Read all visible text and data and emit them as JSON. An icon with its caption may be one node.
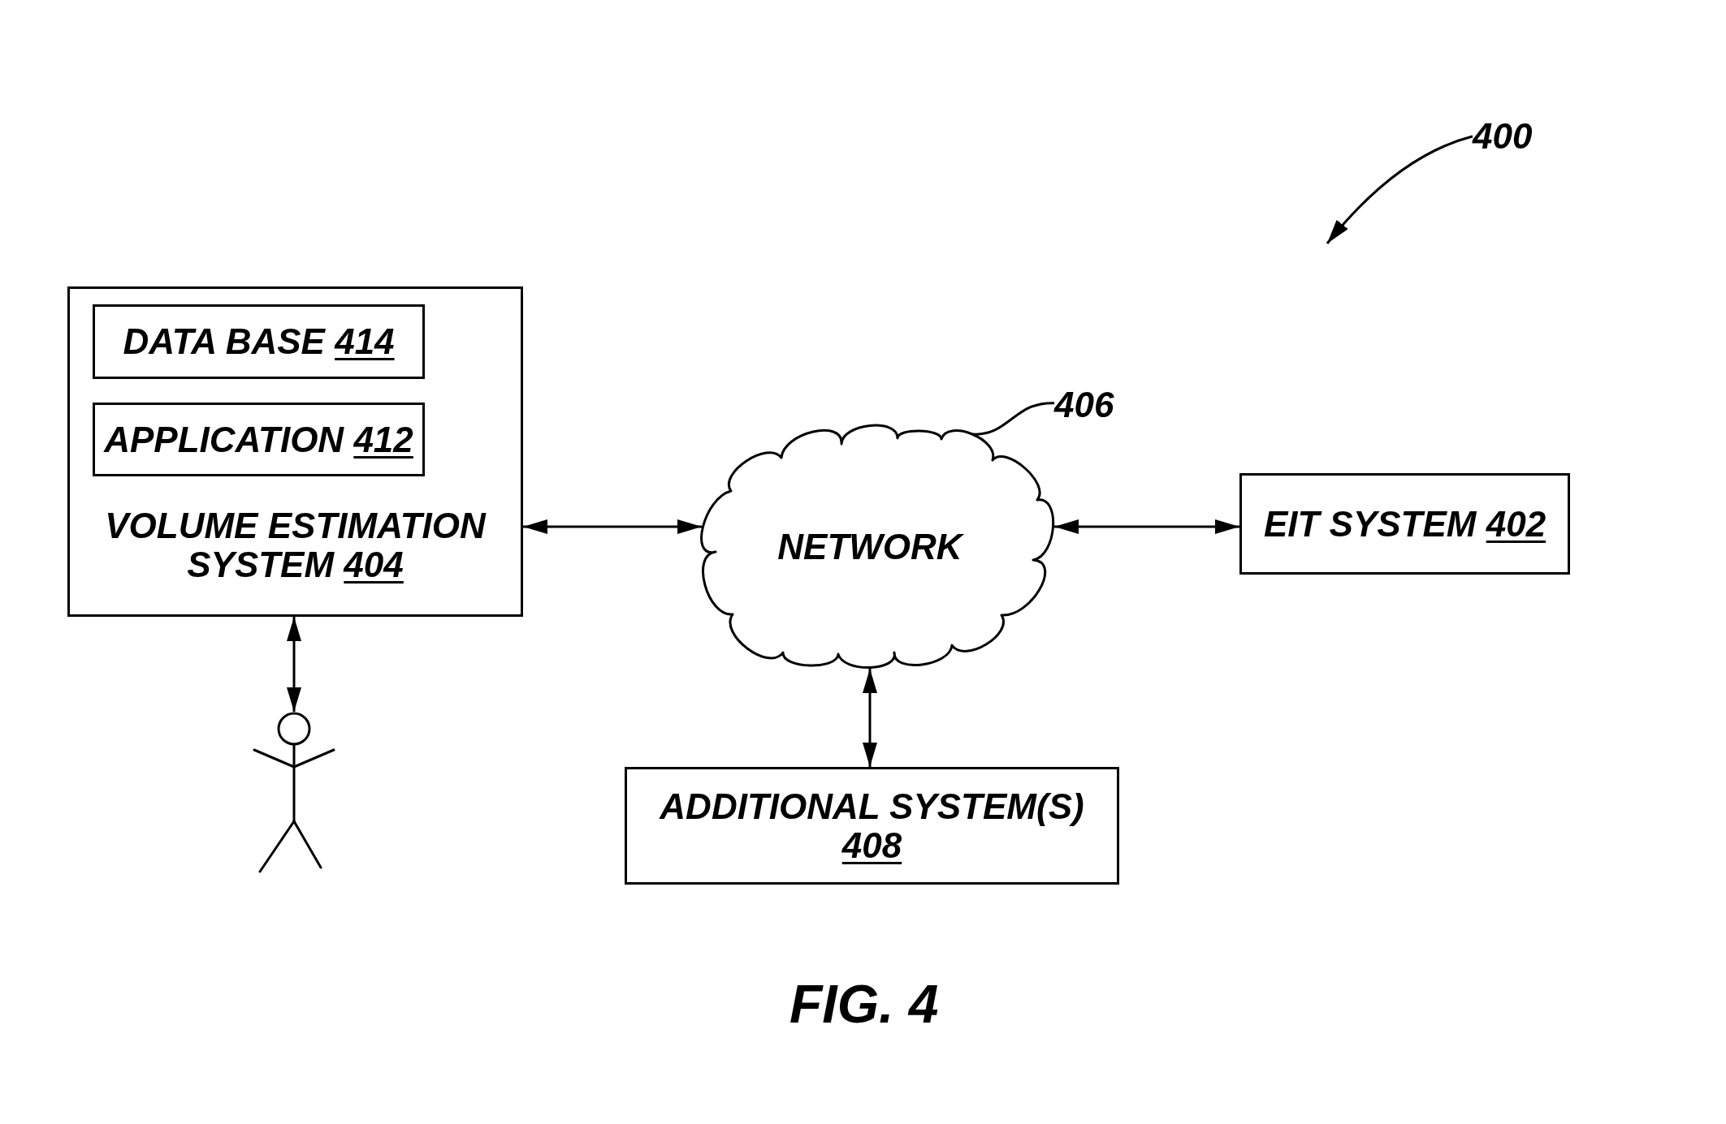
{
  "diagram": {
    "caption": "FIG. 4",
    "nodes": [
      {
        "text": [
          "400"
        ]
      },
      {
        "text": [
          "VOLUME ESTIMATION SYSTEM 404"
        ]
      },
      {
        "text": [
          "DATA BASE 414"
        ],
        "in": 1
      },
      {
        "text": [
          "APPLICATION 412"
        ],
        "in": 1
      },
      {
        "text": [
          "406"
        ]
      },
      {
        "text": [
          "NETWORK"
        ]
      },
      {
        "text": [
          "EIT SYSTEM 402"
        ]
      },
      {
        "text": [],
        "shape": "person"
      },
      {
        "text": [
          "ADDITIONAL SYSTEM(S) 408"
        ]
      }
    ],
    "edges": [
      {
        "from": 0,
        "to": null,
        "arrow": "to"
      },
      {
        "from": 1,
        "to": 5,
        "arrow": "both"
      },
      {
        "from": 5,
        "to": 6,
        "arrow": "both"
      },
      {
        "from": 1,
        "to": 7,
        "arrow": "both"
      },
      {
        "from": 5,
        "to": 8,
        "arrow": "both"
      },
      {
        "from": 4,
        "to": 5,
        "arrow": "none"
      }
    ]
  }
}
